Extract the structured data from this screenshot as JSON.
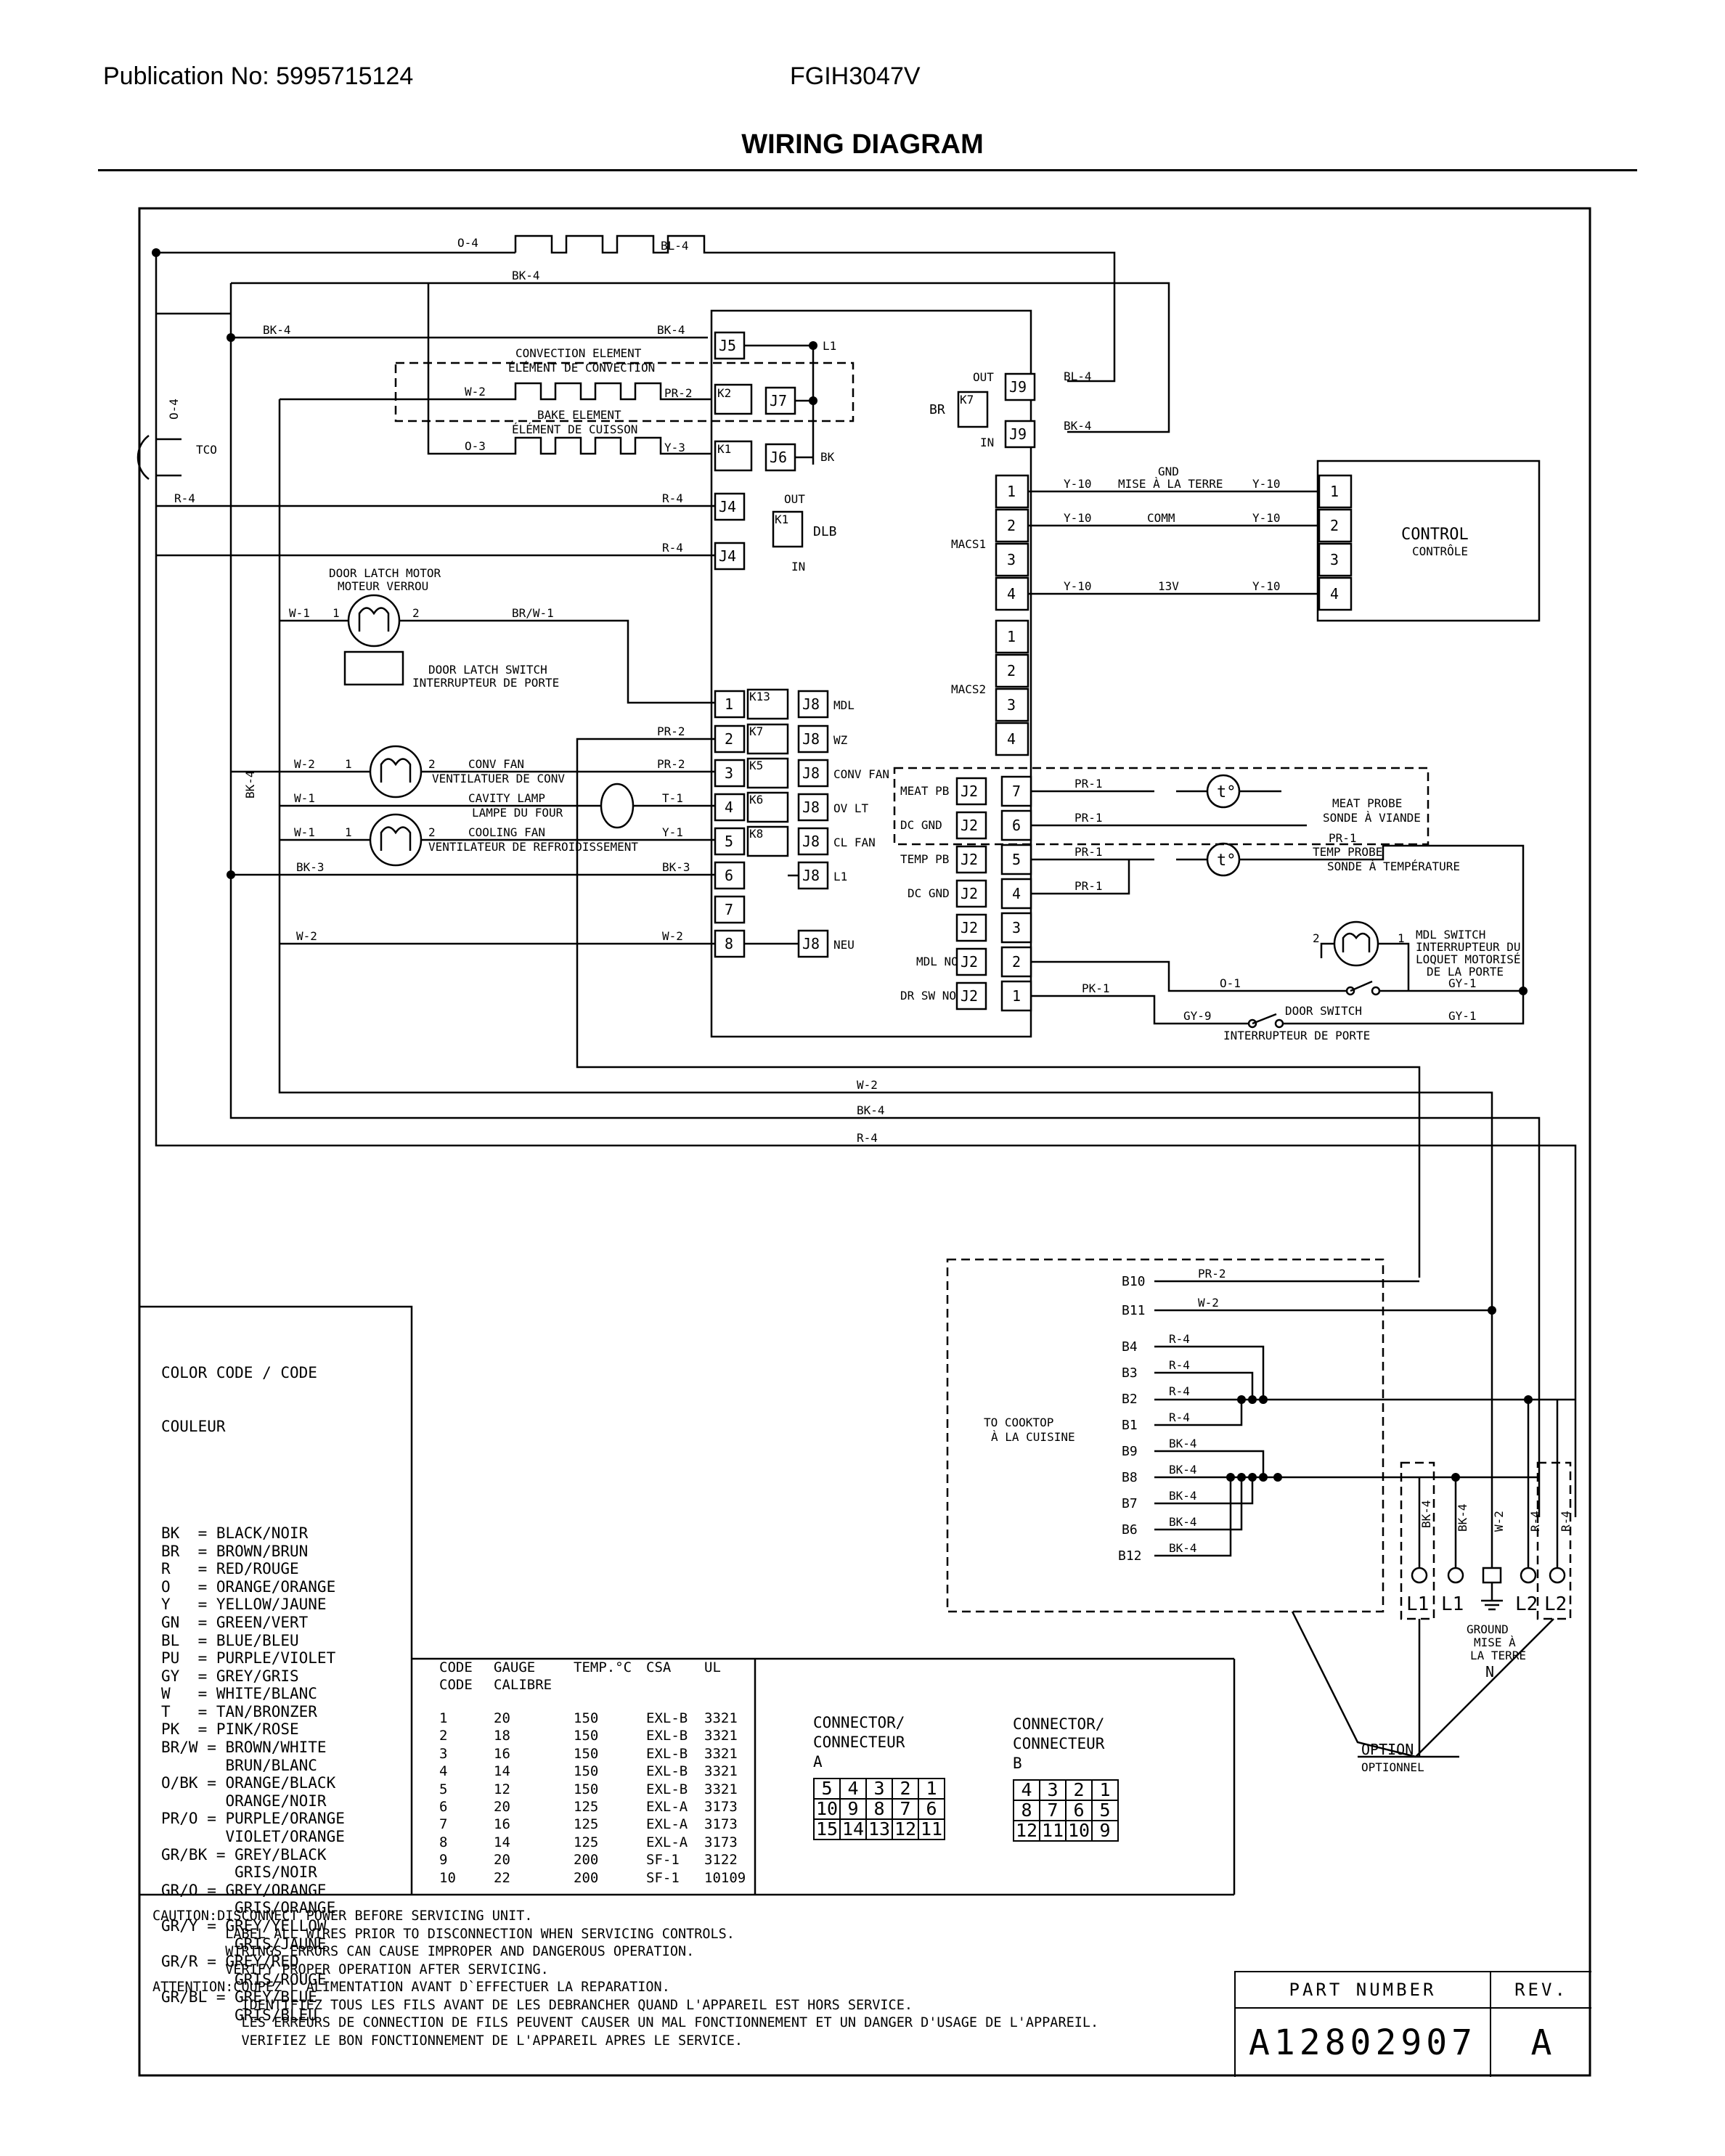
{
  "header": {
    "publication": "Publication No: 5995715124",
    "model": "FGIH3047V",
    "title": "WIRING DIAGRAM"
  },
  "wires": {
    "o4": "O-4",
    "bl4": "BL-4",
    "bk4": "BK-4",
    "w2": "W-2",
    "pr2": "PR-2",
    "y3": "Y-3",
    "o3": "O-3",
    "r4": "R-4",
    "w1": "W-1",
    "brw1": "BR/W-1",
    "t1": "T-1",
    "y1": "Y-1",
    "bk3": "BK-3",
    "pr1": "PR-1",
    "pk1": "PK-1",
    "o1": "O-1",
    "gy1": "GY-1",
    "gy9": "GY-9",
    "y10": "Y-10"
  },
  "components": {
    "tco": "TCO",
    "convection_element": "CONVECTION ELEMENT",
    "convection_element_fr": "ÉLÉMENT DE CONVECTION",
    "bake_element": "BAKE ELEMENT",
    "bake_element_fr": "ÉLÉMENT DE CUISSON",
    "door_latch_motor": "DOOR LATCH MOTOR",
    "door_latch_motor_fr": "MOTEUR VERROU",
    "door_latch_switch": "DOOR LATCH SWITCH",
    "door_latch_switch_fr": "INTERRUPTEUR DE PORTE",
    "conv_fan": "CONV FAN",
    "conv_fan_fr": "VENTILATUER DE CONV",
    "cavity_lamp": "CAVITY LAMP",
    "cavity_lamp_fr": "LAMPE DU FOUR",
    "cooling_fan": "COOLING FAN",
    "cooling_fan_fr": "VENTILATEUR DE REFROIDISSEMENT",
    "meat_probe": "MEAT PROBE",
    "meat_probe_fr": "SONDE À VIANDE",
    "temp_probe": "TEMP PROBE",
    "temp_probe_fr": "SONDE À TEMPÉRATURE",
    "mdl_switch": "MDL SWITCH",
    "mdl_switch_fr1": "INTERRUPTEUR DU",
    "mdl_switch_fr2": "LOQUET MOTORISÉ",
    "mdl_switch_fr3": "DE LA PORTE",
    "door_switch": "DOOR SWITCH",
    "door_switch_fr": "INTERRUPTEUR DE PORTE",
    "control": "CONTROL",
    "control_fr": "CONTRÔLE",
    "gnd": "GND",
    "mise_terre": "MISE À LA TERRE",
    "comm": "COMM",
    "v13": "13V",
    "macs1": "MACS1",
    "macs2": "MACS2",
    "to_cooktop": "TO COOKTOP",
    "to_cooktop_fr": "À LA CUISINE",
    "ground": "GROUND",
    "ground_fr1": "MISE À",
    "ground_fr2": "LA TERRE",
    "n": "N",
    "option": "OPTION",
    "option_fr": "OPTIONNEL",
    "out": "OUT",
    "in": "IN",
    "br": "BR",
    "dlb": "DLB",
    "bk": "BK",
    "l1": "L1"
  },
  "relay_labels": {
    "j5": "J5",
    "j7": "J7",
    "j6": "J6",
    "j4": "J4",
    "j9": "J9",
    "j8": "J8",
    "j2": "J2",
    "k2": "K2",
    "k1": "K1",
    "k7": "K7",
    "k13": "K13",
    "k5": "K5",
    "k6": "K6",
    "k8": "K8",
    "mdl": "MDL",
    "wz": "WZ",
    "conv_fan": "CONV FAN",
    "ov_lt": "OV LT",
    "cl_fan": "CL FAN",
    "l1": "L1",
    "neu": "NEU",
    "meat_pb": "MEAT PB",
    "dc_gnd": "DC GND",
    "temp_pb": "TEMP PB",
    "mdl_no": "MDL NO",
    "dr_sw_no": "DR SW NO"
  },
  "cooktop_terminals": [
    "B10",
    "B11",
    "B4",
    "B3",
    "B2",
    "B1",
    "B9",
    "B8",
    "B7",
    "B6",
    "B12"
  ],
  "supply_labels": [
    "L1",
    "L1",
    "L2",
    "L2"
  ],
  "color_code": {
    "title1": "COLOR CODE / CODE",
    "title2": "COULEUR",
    "lines": [
      "BK  = BLACK/NOIR",
      "BR  = BROWN/BRUN",
      "R   = RED/ROUGE",
      "O   = ORANGE/ORANGE",
      "Y   = YELLOW/JAUNE",
      "GN  = GREEN/VERT",
      "BL  = BLUE/BLEU",
      "PU  = PURPLE/VIOLET",
      "GY  = GREY/GRIS",
      "W   = WHITE/BLANC",
      "T   = TAN/BRONZER",
      "PK  = PINK/ROSE",
      "BR/W = BROWN/WHITE",
      "       BRUN/BLANC",
      "O/BK = ORANGE/BLACK",
      "       ORANGE/NOIR",
      "PR/O = PURPLE/ORANGE",
      "       VIOLET/ORANGE",
      "GR/BK = GREY/BLACK",
      "        GRIS/NOIR",
      "GR/O = GREY/ORANGE",
      "        GRIS/ORANGE",
      "GR/Y = GREY/YELLOW",
      "        GRIS/JAUNE",
      "GR/R = GREY/RED",
      "        GRIS/ROUGE",
      "GR/BL = GREY/BLUE",
      "        GRIS/BLEU"
    ]
  },
  "gauge_table": {
    "headers": [
      "CODE",
      "GAUGE",
      "TEMP.°C",
      "CSA",
      "UL"
    ],
    "headers2": [
      "CODE",
      "CALIBRE",
      "",
      "",
      ""
    ],
    "rows": [
      [
        "1",
        "20",
        "150",
        "EXL-B",
        "3321"
      ],
      [
        "2",
        "18",
        "150",
        "EXL-B",
        "3321"
      ],
      [
        "3",
        "16",
        "150",
        "EXL-B",
        "3321"
      ],
      [
        "4",
        "14",
        "150",
        "EXL-B",
        "3321"
      ],
      [
        "5",
        "12",
        "150",
        "EXL-B",
        "3321"
      ],
      [
        "6",
        "20",
        "125",
        "EXL-A",
        "3173"
      ],
      [
        "7",
        "16",
        "125",
        "EXL-A",
        "3173"
      ],
      [
        "8",
        "14",
        "125",
        "EXL-A",
        "3173"
      ],
      [
        "9",
        "20",
        "200",
        "SF-1",
        "3122"
      ],
      [
        "10",
        "22",
        "200",
        "SF-1",
        "10109"
      ]
    ]
  },
  "connectors": {
    "a_title1": "CONNECTOR/",
    "a_title2": "CONNECTEUR",
    "a_title3": "A",
    "a_rows": [
      [
        "5",
        "4",
        "3",
        "2",
        "1"
      ],
      [
        "10",
        "9",
        "8",
        "7",
        "6"
      ],
      [
        "15",
        "14",
        "13",
        "12",
        "11"
      ]
    ],
    "b_title1": "CONNECTOR/",
    "b_title2": "CONNECTEUR",
    "b_title3": "B",
    "b_rows": [
      [
        "4",
        "3",
        "2",
        "1"
      ],
      [
        "8",
        "7",
        "6",
        "5"
      ],
      [
        "12",
        "11",
        "10",
        "9"
      ]
    ]
  },
  "caution": {
    "lines": [
      "CAUTION:DISCONNECT POWER BEFORE SERVICING UNIT.",
      "         LABEL ALL WIRES PRIOR TO DISCONNECTION WHEN SERVICING CONTROLS.",
      "         WIRINGS ERRORS CAN CAUSE IMPROPER AND DANGEROUS OPERATION.",
      "         VERIFY PROPER OPERATION AFTER SERVICING.",
      "ATTENTION:COUPEZ L`ALIMENTATION AVANT D`EFFECTUER LA REPARATION.",
      "           IDENTIFIEZ TOUS LES FILS AVANT DE LES DEBRANCHER QUAND L'APPAREIL EST HORS SERVICE.",
      "           LES ERREURS DE CONNECTION DE FILS PEUVENT CAUSER UN MAL FONCTIONNEMENT ET UN DANGER D'USAGE DE L'APPAREIL.",
      "           VERIFIEZ LE BON FONCTIONNEMENT DE L'APPAREIL APRES LE SERVICE."
    ]
  },
  "title_block": {
    "part_number_label": "PART NUMBER",
    "rev_label": "REV.",
    "part_number": "A12802907",
    "rev": "A"
  }
}
